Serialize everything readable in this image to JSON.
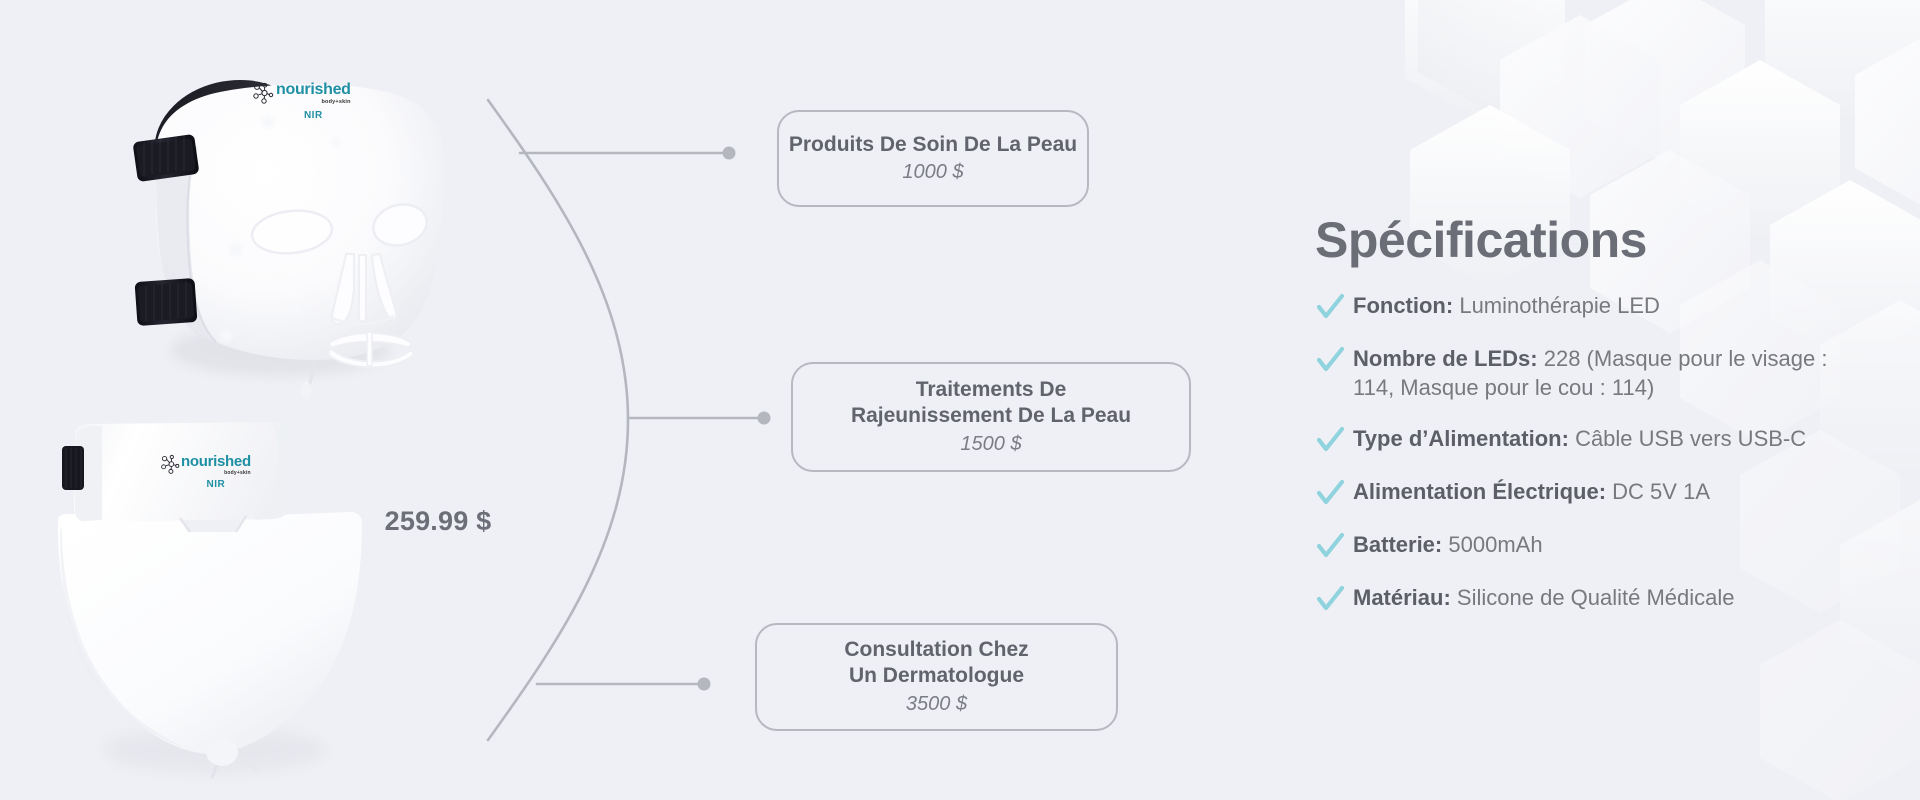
{
  "page": {
    "background_color": "#eff0f5",
    "accent_color": "#8ed3dd",
    "line_color": "#b7b9c0",
    "text_color": "#6d6f78"
  },
  "product": {
    "price": "259.99 $",
    "brand": {
      "name": "nourished",
      "sub": "body+skin",
      "line": "NIR"
    }
  },
  "comparison": {
    "items": [
      {
        "title": "Produits De Soin De La Peau",
        "price": "1000 $"
      },
      {
        "title": "Traitements De\nRajeunissement De La Peau",
        "price": "1500 $"
      },
      {
        "title": "Consultation Chez\nUn Dermatologue",
        "price": "3500 $"
      }
    ]
  },
  "specifications": {
    "heading": "Spécifications",
    "check_icon": "check-icon",
    "rows": [
      {
        "label": "Fonction:",
        "value": "Luminothérapie LED"
      },
      {
        "label": "Nombre de LEDs:",
        "value": "228 (Masque pour le visage : 114, Masque pour le cou : 114)"
      },
      {
        "label": "Type d’Alimentation:",
        "value": "Câble USB vers USB-C"
      },
      {
        "label": "Alimentation Électrique:",
        "value": "DC 5V 1A"
      },
      {
        "label": "Batterie:",
        "value": "5000mAh"
      },
      {
        "label": "Matériau:",
        "value": "Silicone de Qualité Médicale"
      }
    ]
  }
}
